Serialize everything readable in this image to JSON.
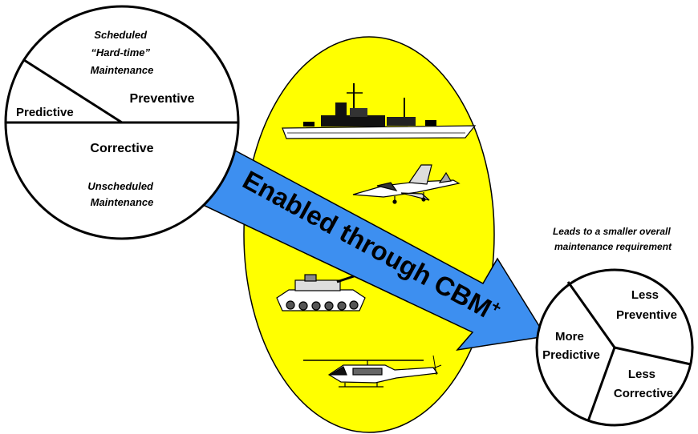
{
  "current_pie": {
    "scheduled": [
      "Scheduled",
      "“Hard-time”",
      "Maintenance"
    ],
    "predictive": "Predictive",
    "preventive": "Preventive",
    "corrective": "Corrective",
    "unscheduled": [
      "Unscheduled",
      "Maintenance"
    ]
  },
  "arrow": {
    "text": "Enabled through CBM",
    "superscript": "+",
    "color": "#3D8FF0"
  },
  "platforms": [
    "ship-icon",
    "fighter-jet-icon",
    "tank-icon",
    "helicopter-icon"
  ],
  "platform_oval_color": "#FFFF00",
  "caption": [
    "Leads to a smaller overall",
    "maintenance requirement"
  ],
  "future_pie": {
    "less_preventive": [
      "Less",
      "Preventive"
    ],
    "more_predictive": [
      "More",
      "Predictive"
    ],
    "less_corrective": [
      "Less",
      "Corrective"
    ]
  }
}
